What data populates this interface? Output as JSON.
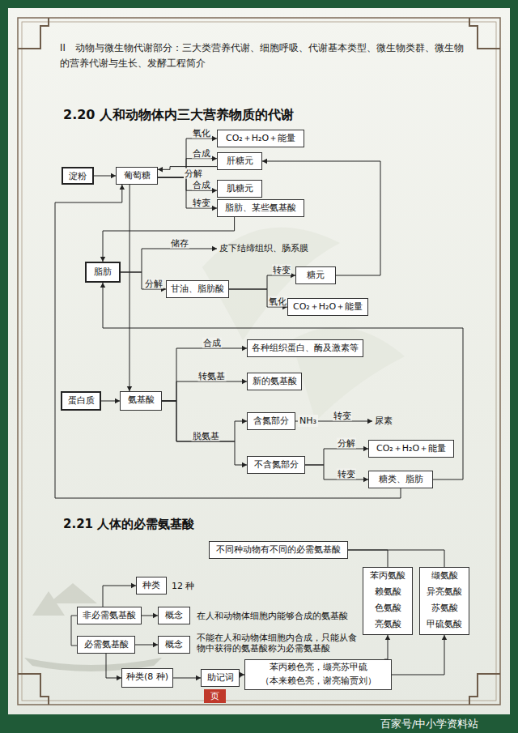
{
  "diagram": {
    "title": "2.20 人和动物体内三大营养物质的代谢",
    "nodes": [
      {
        "text": [
          "淀粉"
        ]
      },
      {
        "text": [
          "葡萄糖"
        ]
      },
      {
        "text": [
          "CO₂＋H₂O＋能量"
        ]
      },
      {
        "text": [
          "肝糖元"
        ]
      },
      {
        "text": [
          "肌糖元"
        ]
      },
      {
        "text": [
          "脂肪、某些氨基酸"
        ]
      },
      {
        "text": [
          "脂肪"
        ]
      },
      {
        "text": [
          "皮下结缔组织、肠系膜"
        ]
      },
      {
        "text": [
          "甘油、脂肪酸"
        ]
      },
      {
        "text": [
          "糖元"
        ]
      },
      {
        "text": [
          "CO₂＋H₂O＋能量"
        ]
      },
      {
        "text": [
          "各种组织蛋白、酶及激素等"
        ]
      },
      {
        "text": [
          "新的氨基酸"
        ]
      },
      {
        "text": [
          "蛋白质"
        ]
      },
      {
        "text": [
          "氨基酸"
        ]
      },
      {
        "text": [
          "含氮部分"
        ]
      },
      {
        "text": [
          "尿素"
        ]
      },
      {
        "text": [
          "CO₂＋H₂O＋能量"
        ]
      },
      {
        "text": [
          "不含氮部分"
        ]
      },
      {
        "text": [
          "糖类、脂肪"
        ]
      },
      {
        "text": [
          "不同种动物有不同的必需氨基酸"
        ]
      },
      {
        "text": [
          "苯丙氨酸",
          "赖氨酸",
          "色氨酸",
          "亮氨酸"
        ]
      },
      {
        "text": [
          "缬氨酸",
          "异亮氨酸",
          "苏氨酸",
          "甲硫氨酸"
        ]
      },
      {
        "text": [
          "种类"
        ]
      },
      {
        "text": [
          "非必需氨基酸"
        ]
      },
      {
        "text": [
          "概念"
        ]
      },
      {
        "text": [
          "必需氨基酸"
        ]
      },
      {
        "text": [
          "概念"
        ]
      },
      {
        "text": [
          "种类(8 种)"
        ]
      },
      {
        "text": [
          "助记词"
        ]
      },
      {
        "text": [
          "苯丙赖色亮，缬亮苏甲硫",
          "（本来赖色亮，谢亮输贾刘）"
        ]
      }
    ],
    "edges": [
      {
        "from": 0,
        "to": 1,
        "arrow": "to"
      },
      {
        "from": 1,
        "to": 2,
        "label": "氧化",
        "arrow": "to"
      },
      {
        "from": 1,
        "to": 3,
        "label": "合成",
        "arrow": "to"
      },
      {
        "from": 3,
        "to": 1,
        "label": "分解",
        "arrow": "to"
      },
      {
        "from": 1,
        "to": 4,
        "label": "合成",
        "arrow": "to"
      },
      {
        "from": 1,
        "to": 5,
        "label": "转变",
        "arrow": "to"
      },
      {
        "from": 5,
        "to": 6,
        "arrow": "to"
      },
      {
        "from": 6,
        "to": 7,
        "label": "储存",
        "arrow": "to"
      },
      {
        "from": 6,
        "to": 8,
        "label": "分解",
        "arrow": "to"
      },
      {
        "from": 8,
        "to": 9,
        "label": "转变",
        "arrow": "to"
      },
      {
        "from": 8,
        "to": 10,
        "label": "氧化",
        "arrow": "to"
      },
      {
        "from": 9,
        "to": 3,
        "arrow": "to"
      },
      {
        "from": 1,
        "to": 14,
        "arrow": "to"
      },
      {
        "from": 19,
        "to": 1,
        "arrow": "to"
      },
      {
        "from": 19,
        "to": 6,
        "arrow": "to"
      },
      {
        "from": 13,
        "to": 14,
        "arrow": "to"
      },
      {
        "from": 14,
        "to": 11,
        "label": "合成",
        "arrow": "to"
      },
      {
        "from": 14,
        "to": 12,
        "label": "转氨基",
        "arrow": "to"
      },
      {
        "from": 14,
        "to": 15,
        "label": "脱氨基",
        "arrow": "to"
      },
      {
        "from": 14,
        "to": 18,
        "arrow": "to"
      },
      {
        "from": 15,
        "to": 16,
        "label": "转变",
        "arrow": "to"
      },
      {
        "from": 18,
        "to": 17,
        "label": "分解",
        "arrow": "to"
      },
      {
        "from": 18,
        "to": 19,
        "label": "转变",
        "arrow": "to"
      },
      {
        "from": 24,
        "to": 23,
        "arrow": "to"
      },
      {
        "from": 24,
        "to": 25,
        "arrow": "to"
      },
      {
        "from": 26,
        "to": 27,
        "arrow": "to"
      },
      {
        "from": 26,
        "to": 28,
        "arrow": "to"
      },
      {
        "from": 28,
        "to": 29,
        "arrow": "to"
      },
      {
        "from": 29,
        "to": 30,
        "arrow": "to"
      },
      {
        "from": 30,
        "to": 21,
        "arrow": "to"
      },
      {
        "from": 30,
        "to": 22,
        "arrow": "to"
      },
      {
        "from": 20,
        "to": 21,
        "arrow": "none"
      },
      {
        "from": 20,
        "to": 22,
        "arrow": "none"
      }
    ],
    "labels": [
      "II　动物与微生物代谢部分：三大类营养代谢、细胞呼吸、代谢基本类型、微生物类群、微生物的营养代谢与生长、发酵工程简介",
      "2.21 人体的必需氨基酸",
      "12 种",
      "在人和动物体细胞内能够合成的氨基酸",
      "不能在人和动物体细胞内合成，只能从食物中获得的氨基酸称为必需氨基酸",
      "NH₃",
      "页",
      "百家号/中小学资料站"
    ]
  }
}
